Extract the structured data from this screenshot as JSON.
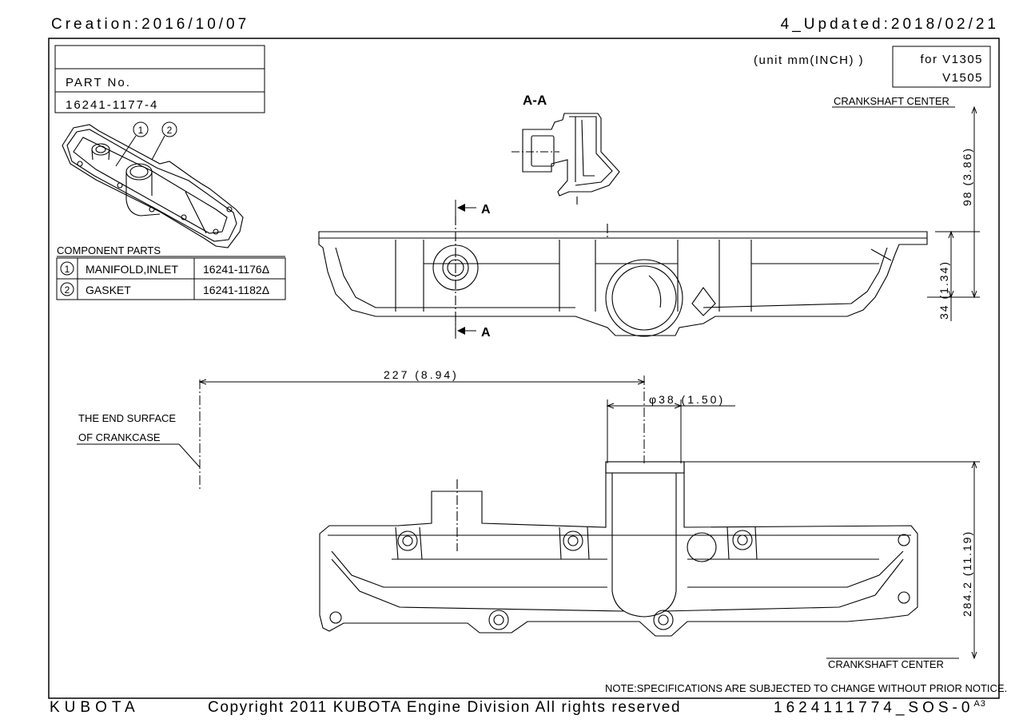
{
  "header": {
    "creation": "Creation:2016/10/07",
    "updated": "4_Updated:2018/02/21"
  },
  "title_block": {
    "empty_row": "",
    "part_label": "PART No.",
    "part_number": "16241-1177-4"
  },
  "unit_note": "(unit mm(INCH) )",
  "applies_to": {
    "line1": "for V1305",
    "line2": "V1505"
  },
  "balloons": [
    "1",
    "2"
  ],
  "components": {
    "heading": "COMPONENT PARTS",
    "items": [
      {
        "no": "1",
        "name": "MANIFOLD,INLET",
        "part": "16241-1176Δ"
      },
      {
        "no": "2",
        "name": "GASKET",
        "part": "16241-1182Δ"
      }
    ]
  },
  "section": {
    "title": "A-A",
    "mark": "A"
  },
  "labels": {
    "crankshaft_center_top": "CRANKSHAFT CENTER",
    "crankshaft_center_bottom": "CRANKSHAFT CENTER",
    "end_surface_1": "THE END SURFACE",
    "end_surface_2": "OF CRANKCASE"
  },
  "dimensions": {
    "d98": "98 (3.86)",
    "d34": "34 (1.34)",
    "d227": "227 (8.94)",
    "d38": "φ38 (1.50)",
    "d284": "284.2 (11.19)"
  },
  "note": "NOTE:SPECIFICATIONS ARE SUBJECTED TO CHANGE WITHOUT PRIOR NOTICE.",
  "footer": {
    "brand": "KUBOTA",
    "copyright": "Copyright 2011 KUBOTA Engine Division All rights reserved",
    "drawing_no": "1624111774_SOS-0",
    "sheet_size": "A3"
  }
}
